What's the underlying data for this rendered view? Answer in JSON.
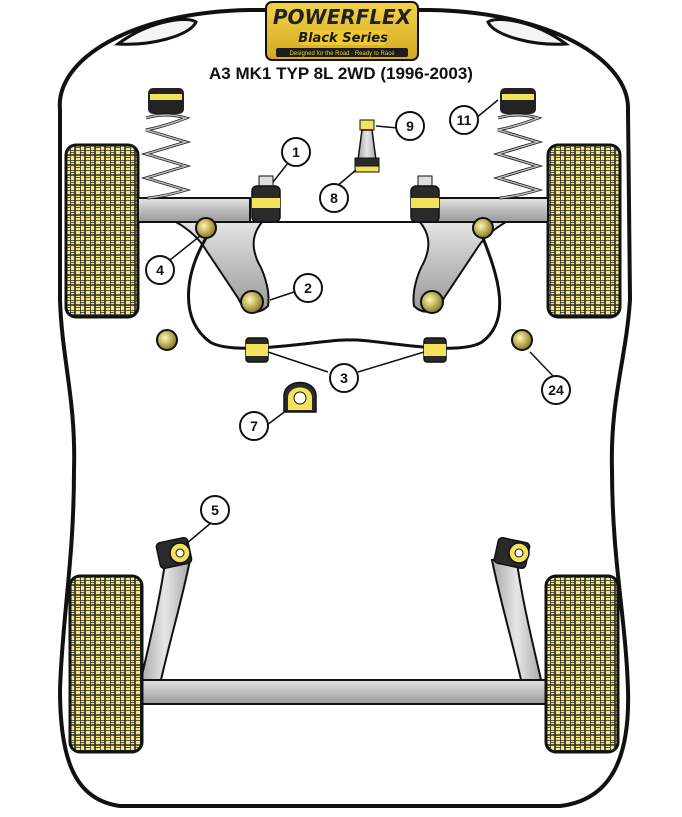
{
  "logo": {
    "brand": "POWERFLEX",
    "series": "Black Series",
    "tagline": "Designed for the Road · Ready to Race"
  },
  "title": "A3 MK1 TYP 8L 2WD (1996-2003)",
  "colors": {
    "tyre_yellow": "#f5e77a",
    "tyre_grid": "#2a2a2a",
    "bush_yellow": "#f2e25c",
    "metal_gray": "#c8c8c8",
    "outline": "#111111"
  },
  "callouts": [
    {
      "id": "1",
      "label": "1"
    },
    {
      "id": "2",
      "label": "2"
    },
    {
      "id": "3",
      "label": "3"
    },
    {
      "id": "4",
      "label": "4"
    },
    {
      "id": "5",
      "label": "5"
    },
    {
      "id": "7",
      "label": "7"
    },
    {
      "id": "8",
      "label": "8"
    },
    {
      "id": "9",
      "label": "9"
    },
    {
      "id": "11",
      "label": "11"
    },
    {
      "id": "24",
      "label": "24"
    }
  ]
}
